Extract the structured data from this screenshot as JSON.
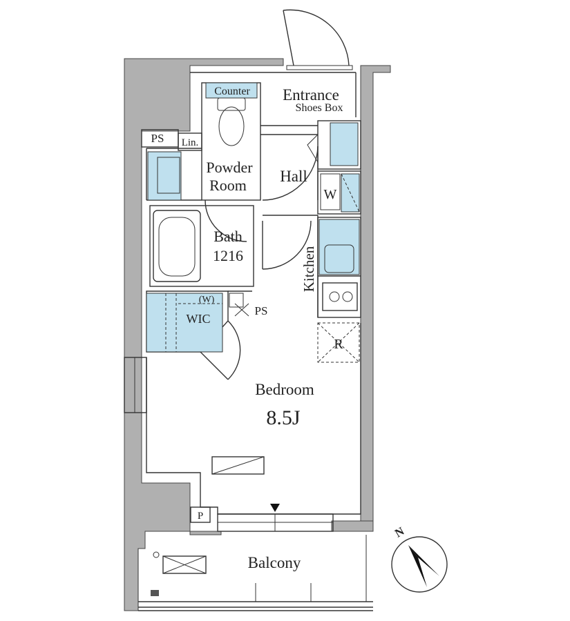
{
  "colors": {
    "wall": "#b0b0b0",
    "fixture": "#bfe0ee",
    "line": "#333333",
    "background": "#ffffff"
  },
  "labels": {
    "counter": "Counter",
    "entrance": "Entrance",
    "shoes_box": "Shoes Box",
    "ps_top": "PS",
    "linen": "Lin.",
    "powder_room_line1": "Powder",
    "powder_room_line2": "Room",
    "hall": "Hall",
    "washer": "W",
    "bath": "Bath",
    "bath_size": "1216",
    "kitchen": "Kitchen",
    "wic_w": "(W)",
    "wic": "WIC",
    "ps_wic": "PS",
    "refrigerator": "R",
    "bedroom": "Bedroom",
    "bedroom_size": "8.5J",
    "parking_p": "P",
    "balcony": "Balcony",
    "north": "N"
  },
  "icons": {
    "compass": "north-compass-icon",
    "ac_unit": "ac-unit-icon",
    "outdoor_unit": "outdoor-unit-icon"
  }
}
